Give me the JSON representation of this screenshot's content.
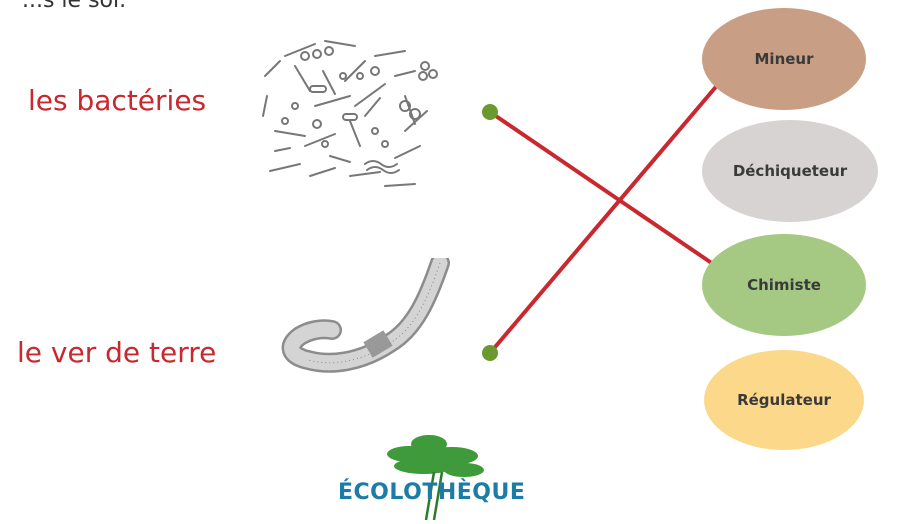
{
  "top_fragment": "...s le sol.",
  "organisms": {
    "bacteries": "les bactéries",
    "ver": "le ver de terre"
  },
  "roles": {
    "mineur": "Mineur",
    "dechiqueteur": "Déchiqueteur",
    "chimiste": "Chimiste",
    "regulateur": "Régulateur"
  },
  "logo": {
    "text": "ÉCOLOTHÈQUE"
  },
  "colors": {
    "organism_label": "#c8282e",
    "connector_line": "#c8282e",
    "connector_dot": "#6a9a2e",
    "mineur": "#c89e85",
    "dechiqueteur": "#d6d3d2",
    "chimiste": "#a5c883",
    "regulateur": "#fbd88a",
    "logo_tree": "#3e9a3a",
    "logo_text": "#1a7ca7"
  },
  "icons": {
    "bacteria": "bacteria-illustration",
    "worm": "earthworm-illustration",
    "logo": "ecolotheque-tree-logo"
  }
}
